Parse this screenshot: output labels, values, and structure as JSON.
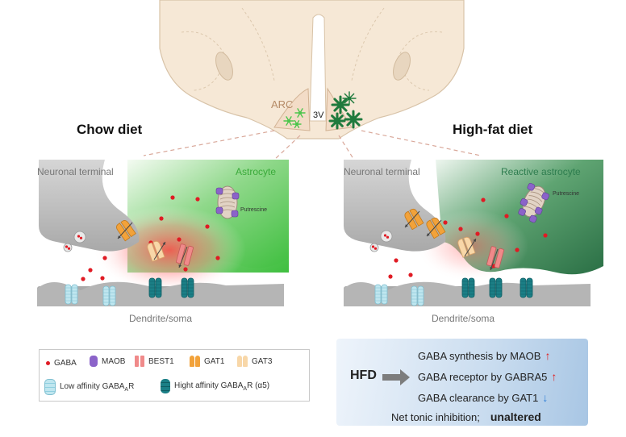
{
  "brain": {
    "arc_label": "ARC",
    "ventricle_label": "3V"
  },
  "panels": {
    "chow": {
      "title": "Chow diet",
      "neuron_label": "Neuronal terminal",
      "astro_label": "Astrocyte",
      "putrescine_label": "Putrescine",
      "dendrite_label": "Dendrite/soma",
      "astro_color": "#3fbf3f"
    },
    "hfd": {
      "title": "High-fat diet",
      "neuron_label": "Neuronal terminal",
      "astro_label": "Reactive astrocyte",
      "putrescine_label": "Putrescine",
      "dendrite_label": "Dendrite/soma",
      "astro_color": "#2e7d4f"
    }
  },
  "legend": {
    "gaba": "GABA",
    "maob": "MAOB",
    "best1": "BEST1",
    "gat1": "GAT1",
    "gat3": "GAT3",
    "low_affinity_prefix": "Low affinity GABA",
    "low_affinity_sub": "A",
    "low_affinity_suffix": "R",
    "high_affinity_prefix": "Hight affinity GABA",
    "high_affinity_sub": "A",
    "high_affinity_suffix": "R (α5)"
  },
  "summary": {
    "hfd_label": "HFD",
    "line1": "GABA synthesis by MAOB",
    "line2": "GABA receptor by GABRA5",
    "line3": "GABA clearance by GAT1",
    "net_label": "Net tonic inhibition;",
    "net_value": "unaltered",
    "up_color": "#e02020",
    "down_color": "#2f7fd6"
  },
  "colors": {
    "brain_fill": "#f6e8d6",
    "brain_stroke": "#d8c3a8",
    "neuron": "#b9b9b9",
    "gaba_dot": "#e01b24",
    "glow": "#ff6b6b",
    "low_aff_receptor": "#bfe6ef",
    "high_aff_receptor": "#1b7f86",
    "best1": "#f08a8a",
    "gat1": "#f2a23a",
    "gat3": "#f8d7a8",
    "maob": "#8b63c9"
  }
}
